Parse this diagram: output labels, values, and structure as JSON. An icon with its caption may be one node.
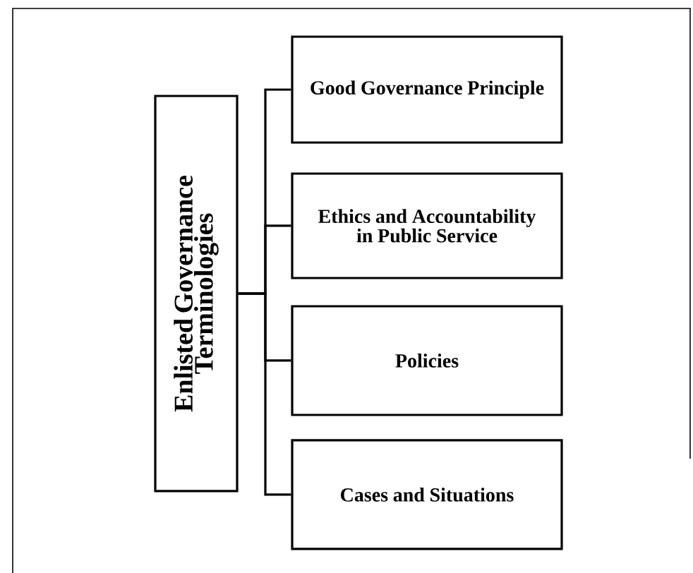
{
  "diagram": {
    "nodes": [
      {
        "text": [
          "Enlisted Governance Terminologies"
        ]
      },
      {
        "text": [
          "Good Governance Principle"
        ]
      },
      {
        "text": [
          "Ethics and Accountability in Public Service"
        ]
      },
      {
        "text": [
          "Policies"
        ]
      },
      {
        "text": [
          "Cases and Situations"
        ]
      }
    ],
    "edges": [
      {
        "from": 0,
        "to": 1,
        "arrow": "none"
      },
      {
        "from": 0,
        "to": 2,
        "arrow": "none"
      },
      {
        "from": 0,
        "to": 3,
        "arrow": "none"
      },
      {
        "from": 0,
        "to": 4,
        "arrow": "none"
      }
    ]
  }
}
